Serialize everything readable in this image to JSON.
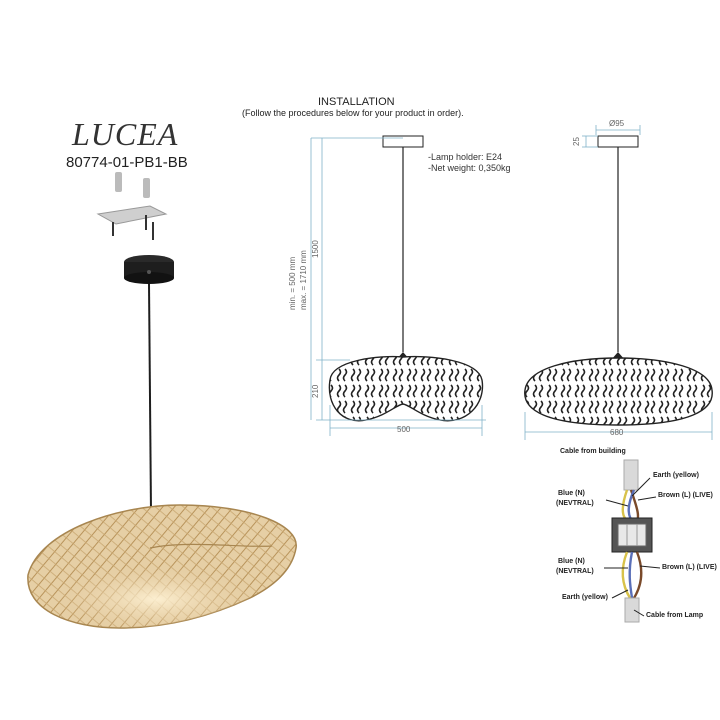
{
  "product": {
    "name": "LUCEA",
    "model": "80774-01-PB1-BB"
  },
  "installation": {
    "title": "INSTALLATION",
    "subtitle": "(Follow the procedures below for your product in order)."
  },
  "specs": {
    "lamp_holder": "-Lamp holder: E24",
    "net_weight": "-Net weight: 0,350kg"
  },
  "dimensions": {
    "min_length": "min. = 500 mm",
    "max_length": "max. = 1710 mm",
    "cable": "1500",
    "shade_height": "210",
    "width_side": "500",
    "width_front": "680",
    "canopy_diameter": "Ø95",
    "canopy_height": "25"
  },
  "wiring": {
    "cable_from_building": "Cable from building",
    "earth_top": "Earth (yellow)",
    "blue_top": "Blue (N)",
    "neutral_top": "(NEVTRAL)",
    "brown_top": "Brown (L) (LIVE)",
    "blue_bottom": "Blue (N)",
    "neutral_bottom": "(NEVTRAL)",
    "brown_bottom": "Brown (L) (LIVE)",
    "earth_bottom": "Earth (yellow)",
    "cable_from_lamp": "Cable from Lamp"
  },
  "colors": {
    "rattan": "#e3c89c",
    "rattan_dark": "#b8935a",
    "fixture": "#1e1e1e",
    "earth_wire": "#d8c24a",
    "blue_wire": "#5a6fb8",
    "brown_wire": "#7a4a2a",
    "dimension_line": "#7fb2c8"
  },
  "icons": [
    "mounting-bracket-icon",
    "ceiling-canopy-icon",
    "rattan-shade-icon",
    "terminal-block-icon"
  ]
}
